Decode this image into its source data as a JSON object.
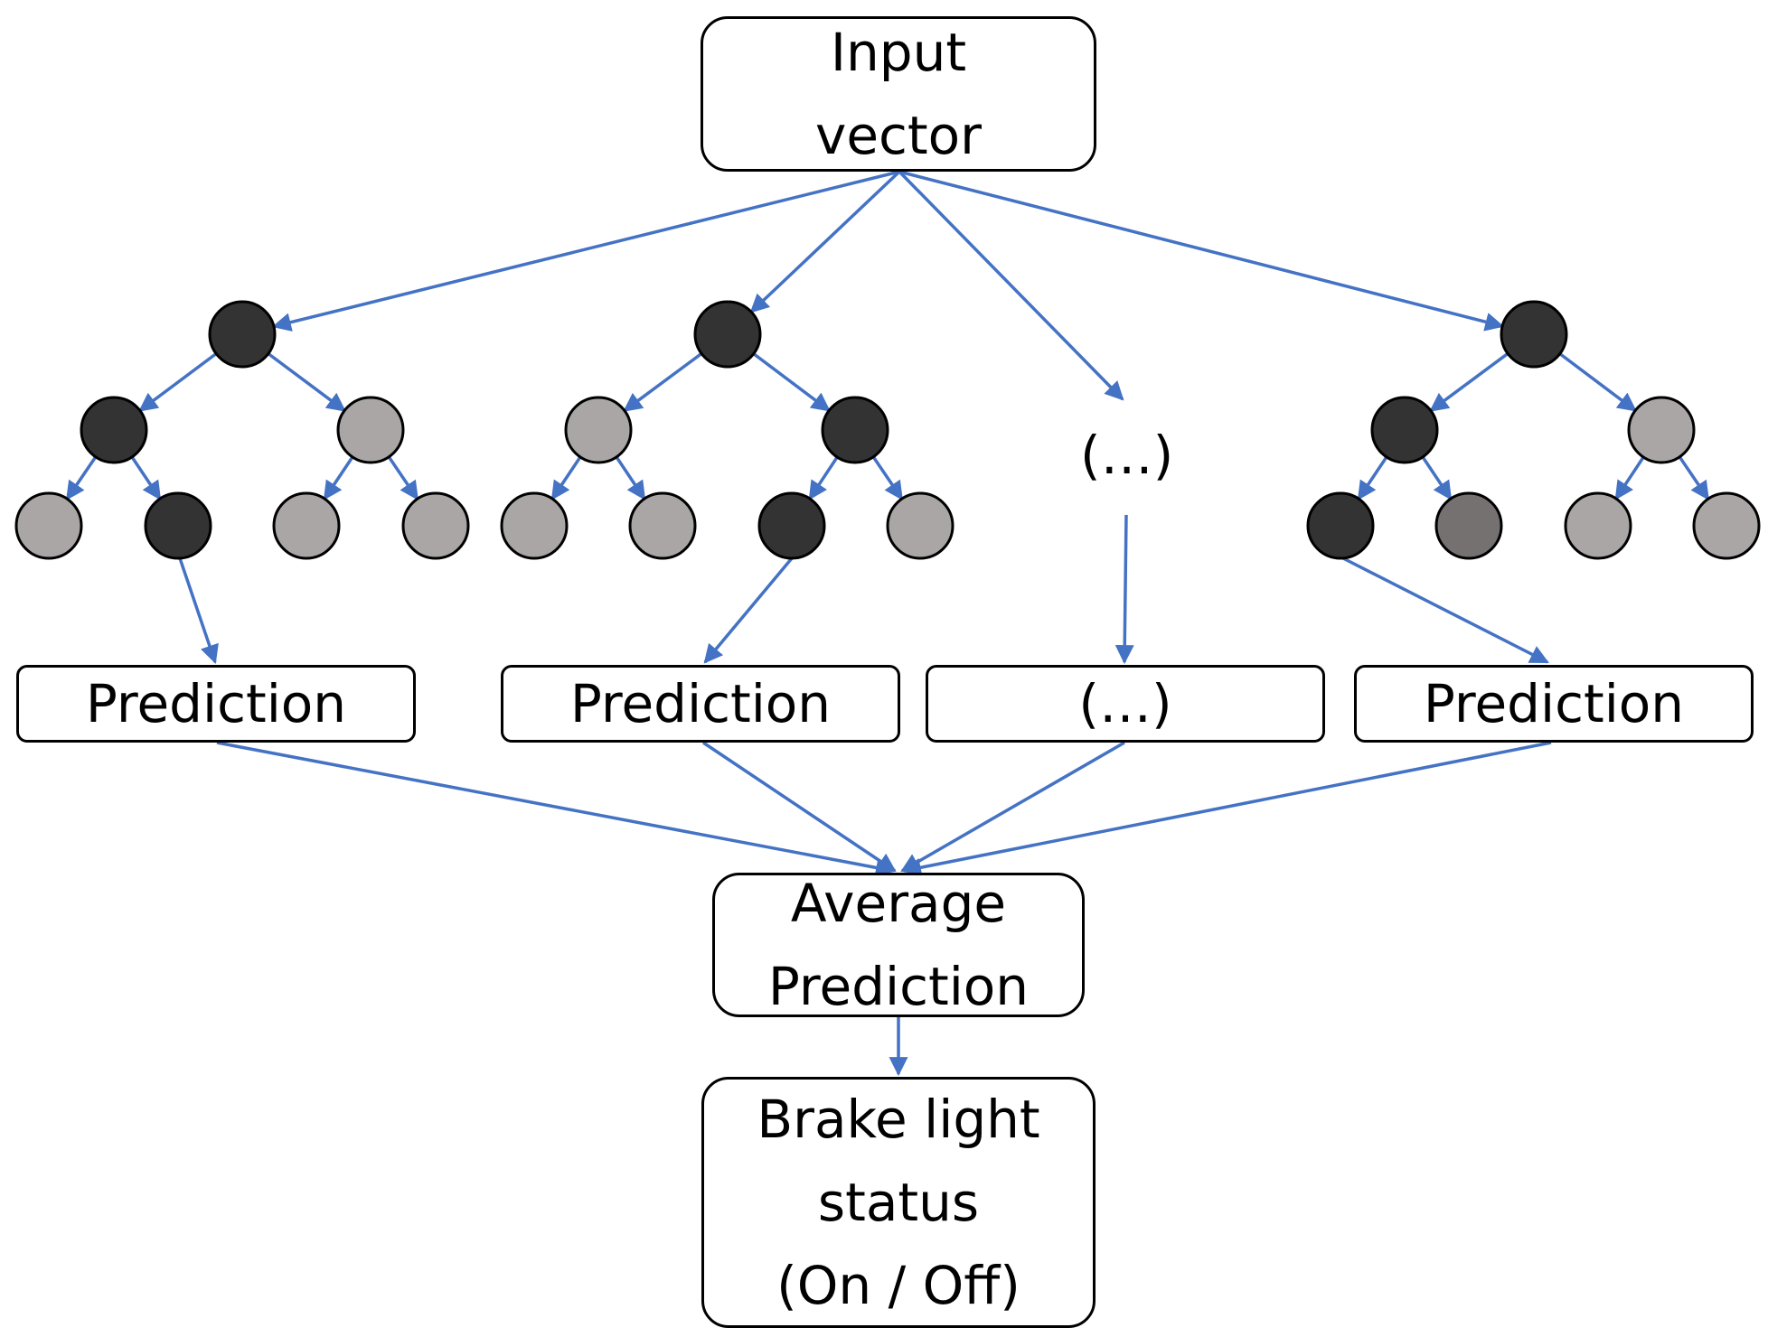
{
  "input": {
    "lines": [
      "Input",
      "vector"
    ]
  },
  "trees": [
    {
      "id": "tree-1",
      "root": "dark",
      "level2": [
        "dark",
        "light"
      ],
      "leaves": [
        "light",
        "dark",
        "light",
        "light"
      ]
    },
    {
      "id": "tree-2",
      "root": "dark",
      "level2": [
        "light",
        "dark"
      ],
      "leaves": [
        "light",
        "light",
        "dark",
        "light"
      ]
    },
    {
      "id": "tree-3",
      "root": "dark",
      "level2": [
        "dark",
        "light"
      ],
      "leaves": [
        "dark",
        "medium",
        "light",
        "light"
      ]
    }
  ],
  "middle_ellipsis": "(…)",
  "predictions": [
    "Prediction",
    "Prediction",
    "(…)",
    "Prediction"
  ],
  "average": {
    "lines": [
      "Average",
      "Prediction"
    ]
  },
  "output": {
    "lines": [
      "Brake light",
      "status",
      "(On / Off)"
    ]
  },
  "colors": {
    "arrow": "#4472c4",
    "dark": "#333333",
    "light": "#aaa6a6",
    "medium": "#767171",
    "outline": "#000000"
  }
}
